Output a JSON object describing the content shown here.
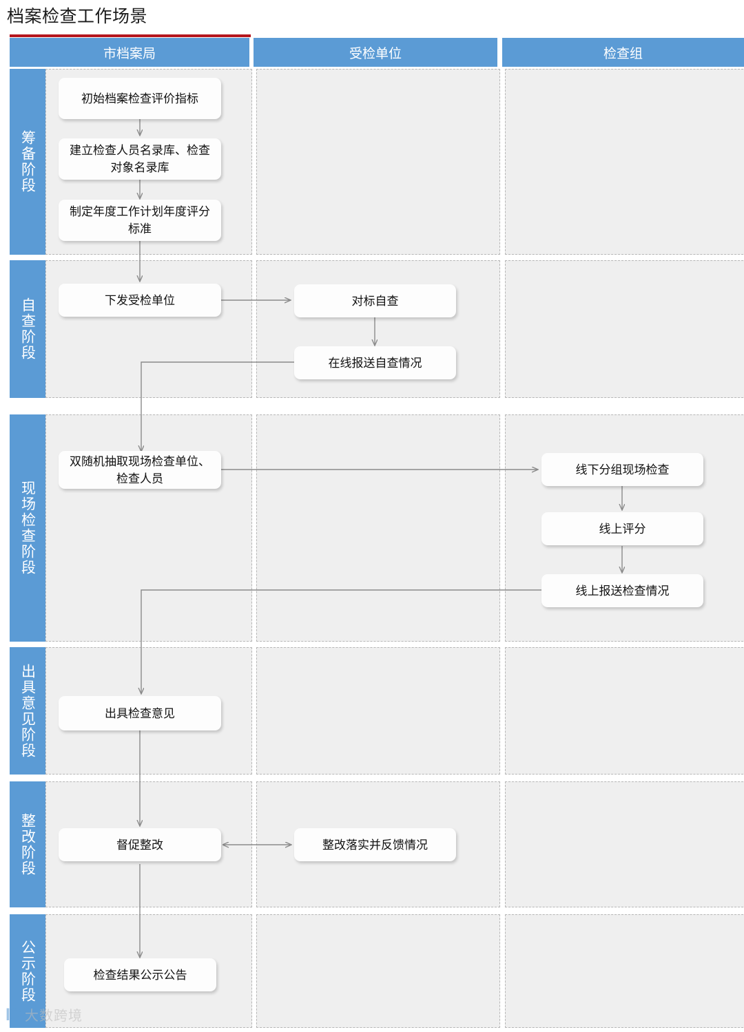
{
  "title": "档案检查工作场景",
  "accent_color": "#5B9BD5",
  "rule_color": "#b5161d",
  "columns": [
    {
      "id": "city-archives-bureau",
      "label": "市档案局"
    },
    {
      "id": "inspected-unit",
      "label": "受检单位"
    },
    {
      "id": "inspection-team",
      "label": "检查组"
    }
  ],
  "phases": [
    {
      "id": "preparation",
      "label": "筹备阶段"
    },
    {
      "id": "self-inspection",
      "label": "自查阶段"
    },
    {
      "id": "onsite-inspection",
      "label": "现场检查阶段"
    },
    {
      "id": "issue-opinion",
      "label": "出具意见阶段"
    },
    {
      "id": "rectification",
      "label": "整改阶段"
    },
    {
      "id": "publicity",
      "label": "公示阶段"
    }
  ],
  "nodes": {
    "n1": "初始档案检查评价指标",
    "n2": "建立检查人员名录库、检查对象名录库",
    "n3": "制定年度工作计划年度评分标准",
    "n4": "下发受检单位",
    "n5": "对标自查",
    "n6": "在线报送自查情况",
    "n7": "双随机抽取现场检查单位、检查人员",
    "n8": "线下分组现场检查",
    "n9": "线上评分",
    "n10": "线上报送检查情况",
    "n11": "出具检查意见",
    "n12": "督促整改",
    "n13": "整改落实并反馈情况",
    "n14": "检查结果公示公告"
  },
  "watermark": {
    "logo": "IC",
    "text": "大数跨境"
  }
}
